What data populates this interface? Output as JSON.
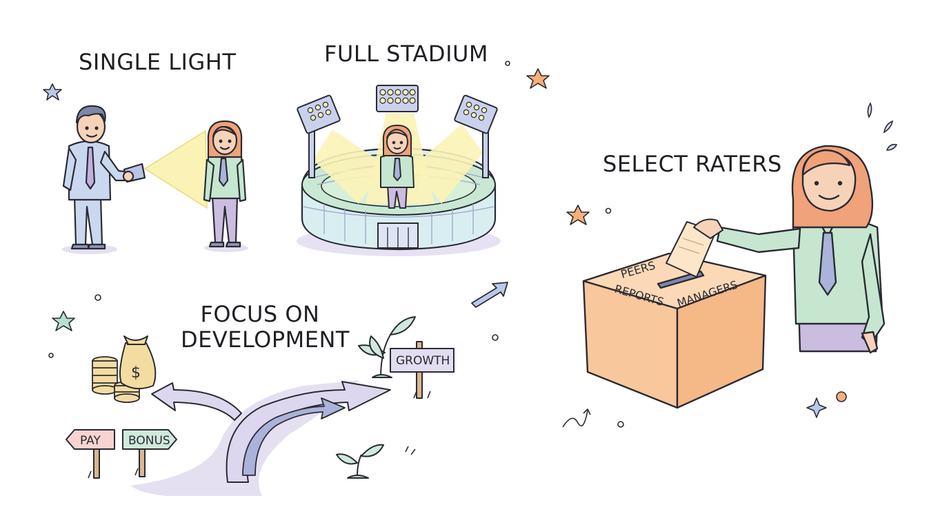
{
  "panels": {
    "single_light": {
      "title": "SINGLE LIGHT"
    },
    "full_stadium": {
      "title": "FULL STADIUM"
    },
    "select_raters": {
      "title": "SELECT RATERS",
      "box_labels": {
        "peers": "PEERS",
        "reports": "REPORTS",
        "managers": "MANAGERS"
      }
    },
    "focus_on_development": {
      "title_line1": "FOCUS ON",
      "title_line2": "DEVELOPMENT",
      "signs": {
        "pay": "PAY",
        "bonus": "BONUS",
        "growth": "GROWTH"
      },
      "money_bag_symbol": "$"
    }
  },
  "colors": {
    "ink": "#2a2a33",
    "skin": "#f6d3b8",
    "hair_woman": "#f0a27a",
    "hair_man": "#7f86a8",
    "shirt_blue": "#c9d8ef",
    "shirt_green": "#c6e6cf",
    "trousers_purple": "#cbbde0",
    "light_beam": "#fbf3b6",
    "ballot_box": "#f8c79b",
    "road": "#dcd7ee",
    "arrow_blue": "#aab3d9",
    "star_orange": "#f6b07a",
    "star_green": "#b7e0cc",
    "star_blue": "#b9c9e8",
    "sign_pink": "#f7d4cf",
    "sign_green": "#cfe9dc",
    "sign_lavender": "#e2ddf1",
    "coin": "#f3dca0"
  }
}
